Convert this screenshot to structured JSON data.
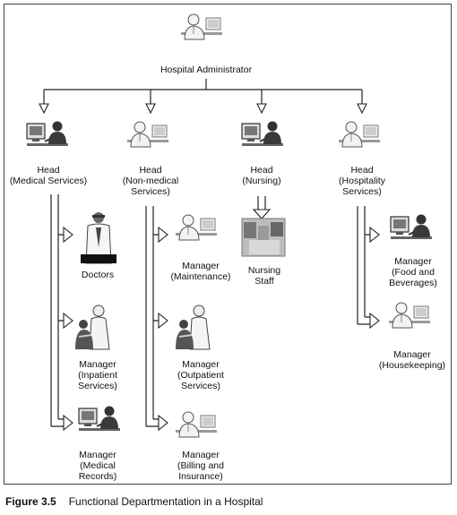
{
  "diagram": {
    "top": "Hospital Administrator",
    "heads": {
      "medical": "Head\n(Medical Services)",
      "nonmedical": "Head\n(Non-medical\nServices)",
      "nursing": "Head\n(Nursing)",
      "hospitality": "Head\n(Hospitality\nServices)"
    },
    "units": {
      "doctors": "Doctors",
      "inpatient": "Manager\n(Inpatient\nServices)",
      "medical_records": "Manager\n(Medical\nRecords)",
      "maintenance": "Manager\n(Maintenance)",
      "outpatient": "Manager\n(Outpatient\nServices)",
      "billing": "Manager\n(Billing and\nInsurance)",
      "nursing_staff": "Nursing\nStaff",
      "food": "Manager\n(Food and\nBeverages)",
      "housekeeping": "Manager\n(Housekeeping)"
    }
  },
  "caption": {
    "figure": "Figure 3.5",
    "title": "Functional Departmentation in a Hospital"
  },
  "icons": {
    "administrator": "doctor-with-patient-icon",
    "head_medical": "computer-user-icon",
    "head_nonmedical": "doctor-at-desk-icon",
    "head_nursing": "computer-user-icon",
    "head_hospitality": "doctor-at-desk-icon",
    "doctors": "doctor-icon",
    "inpatient": "nurse-with-patient-icon",
    "medical_records": "computer-user-icon",
    "maintenance": "doctor-at-desk-icon",
    "outpatient": "nurse-with-patient-icon",
    "billing": "doctor-at-desk-icon",
    "nursing_staff": "nursing-staff-photo-icon",
    "food": "computer-user-icon",
    "housekeeping": "doctor-at-desk-icon"
  }
}
